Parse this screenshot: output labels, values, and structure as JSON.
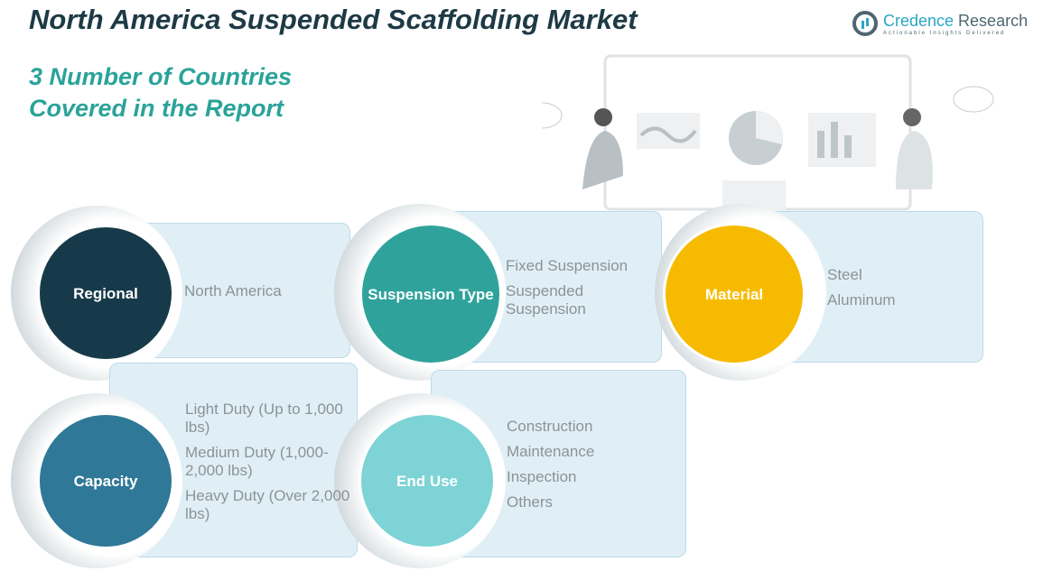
{
  "header": {
    "title": "North America Suspended Scaffolding Market",
    "subtitle_line1": "3 Number of Countries",
    "subtitle_line2": "Covered in the Report"
  },
  "logo": {
    "name_part1": "Credence",
    "name_part2": " Research",
    "tagline": "Actionable Insights Delivered"
  },
  "segments": {
    "regional": {
      "label": "Regional",
      "items": [
        "North America"
      ],
      "color": "#173a4a"
    },
    "suspension": {
      "label": "Suspension Type",
      "items": [
        "Fixed Suspension",
        "Suspended Suspension"
      ],
      "color": "#2fa39b"
    },
    "material": {
      "label": "Material",
      "items": [
        "Steel",
        "Aluminum"
      ],
      "color": "#f6bb00"
    },
    "capacity": {
      "label": "Capacity",
      "items": [
        "Light Duty (Up to 1,000 lbs)",
        "Medium Duty (1,000-2,000 lbs)",
        "Heavy Duty (Over 2,000 lbs)"
      ],
      "color": "#2f7897"
    },
    "enduse": {
      "label": "End Use",
      "items": [
        "Construction",
        "Maintenance",
        "Inspection",
        "Others"
      ],
      "color": "#7dd3d6"
    }
  }
}
